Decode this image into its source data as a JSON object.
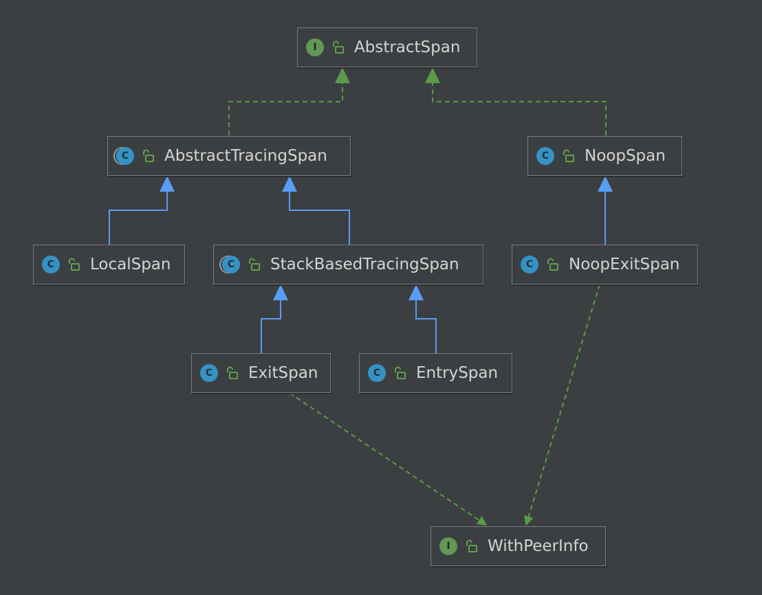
{
  "diagram": {
    "nodes": {
      "abstract_span": {
        "kind": "interface",
        "kind_letter": "I",
        "label": "AbstractSpan"
      },
      "abstract_tracing_span": {
        "kind": "abstract",
        "kind_letter": "C",
        "label": "AbstractTracingSpan"
      },
      "noop_span": {
        "kind": "class",
        "kind_letter": "C",
        "label": "NoopSpan"
      },
      "local_span": {
        "kind": "class",
        "kind_letter": "C",
        "label": "LocalSpan"
      },
      "stack_based_tracing_span": {
        "kind": "abstract",
        "kind_letter": "C",
        "label": "StackBasedTracingSpan"
      },
      "noop_exit_span": {
        "kind": "class",
        "kind_letter": "C",
        "label": "NoopExitSpan"
      },
      "exit_span": {
        "kind": "class",
        "kind_letter": "C",
        "label": "ExitSpan"
      },
      "entry_span": {
        "kind": "class",
        "kind_letter": "C",
        "label": "EntrySpan"
      },
      "with_peer_info": {
        "kind": "interface",
        "kind_letter": "I",
        "label": "WithPeerInfo"
      }
    },
    "edges": [
      {
        "from": "abstract_tracing_span",
        "to": "abstract_span",
        "type": "implements"
      },
      {
        "from": "noop_span",
        "to": "abstract_span",
        "type": "implements"
      },
      {
        "from": "local_span",
        "to": "abstract_tracing_span",
        "type": "extends"
      },
      {
        "from": "stack_based_tracing_span",
        "to": "abstract_tracing_span",
        "type": "extends"
      },
      {
        "from": "noop_exit_span",
        "to": "noop_span",
        "type": "extends"
      },
      {
        "from": "exit_span",
        "to": "stack_based_tracing_span",
        "type": "extends"
      },
      {
        "from": "entry_span",
        "to": "stack_based_tracing_span",
        "type": "extends"
      },
      {
        "from": "exit_span",
        "to": "with_peer_info",
        "type": "implements"
      },
      {
        "from": "noop_exit_span",
        "to": "with_peer_info",
        "type": "implements"
      }
    ],
    "colors": {
      "background": "#3c3f41",
      "extends_edge": "#589df6",
      "implements_edge": "#5b9a4a",
      "interface_badge": "#629755",
      "class_badge": "#3592c4"
    }
  }
}
